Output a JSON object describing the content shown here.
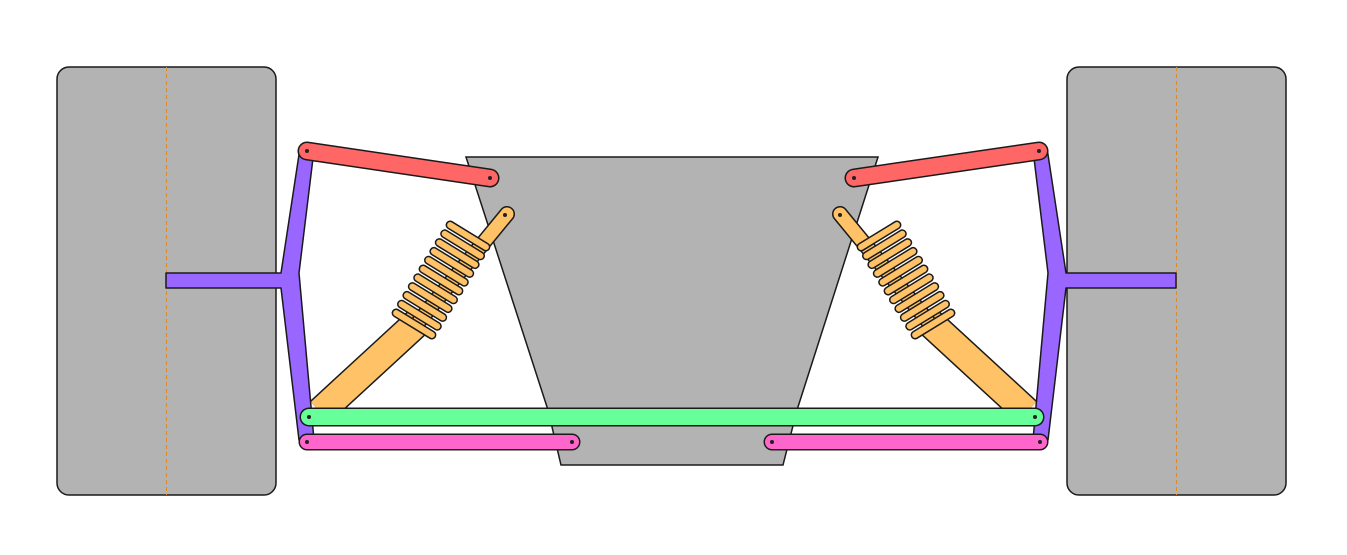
{
  "diagram": {
    "colors": {
      "background": "#ffffff",
      "wheel": "#b3b3b3",
      "chassis": "#b3b3b3",
      "outline": "#1a1a1a",
      "centerline": "#e08a2a",
      "upright": "#9966ff",
      "upper_arm": "#ff6666",
      "lower_arm": "#ff66cc",
      "track_rod": "#66ff99",
      "damper": "#ffc266",
      "pivot": "#222222"
    },
    "parts": [
      "left-wheel",
      "right-wheel",
      "chassis",
      "left-upright",
      "right-upright",
      "left-upper-arm",
      "right-upper-arm",
      "left-lower-arm",
      "right-lower-arm",
      "track-rod",
      "left-damper",
      "right-damper"
    ]
  }
}
